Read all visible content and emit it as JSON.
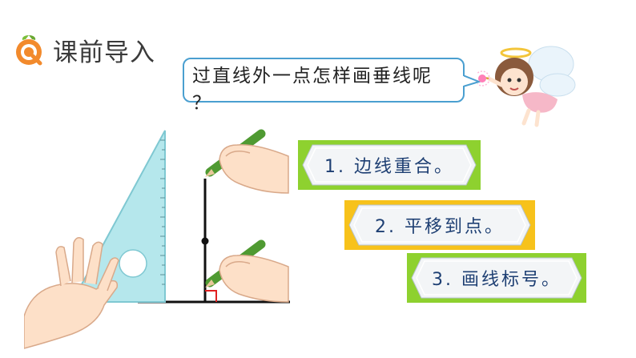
{
  "header": {
    "title": "课前导入",
    "icon": "q-badge-icon"
  },
  "bubble": {
    "line1": "过直线外一点怎样画垂线呢",
    "line2": "？"
  },
  "steps": [
    {
      "label": "1. 边线重合。",
      "accent": "#8ed12f"
    },
    {
      "label": "2. 平移到点。",
      "accent": "#f7c21b"
    },
    {
      "label": "3. 画线标号。",
      "accent": "#8ed12f"
    }
  ],
  "colors": {
    "bubble_border": "#4a9fd0",
    "step_text": "#1e3f73",
    "ruler": "#b5e7ec",
    "right_angle_mark": "#e02020"
  }
}
